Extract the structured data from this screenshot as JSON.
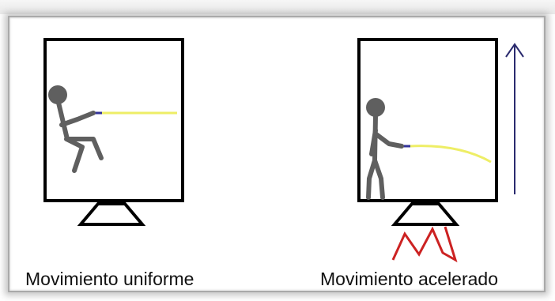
{
  "captions": {
    "uniform": "Movimiento uniforme",
    "accelerated": "Movimiento acelerado"
  },
  "colors": {
    "box_stroke": "#000000",
    "figure": "#5f5f5f",
    "rope": "#eeee66",
    "rope_end": "#333399",
    "acceleration_arrow": "#2a2a6e",
    "thrust_flame": "#cc2222",
    "shadow_border": "#a9a9a9"
  },
  "icons": {
    "acceleration_arrow": "up-arrow",
    "thrust_flame": "zigzag-flame"
  }
}
